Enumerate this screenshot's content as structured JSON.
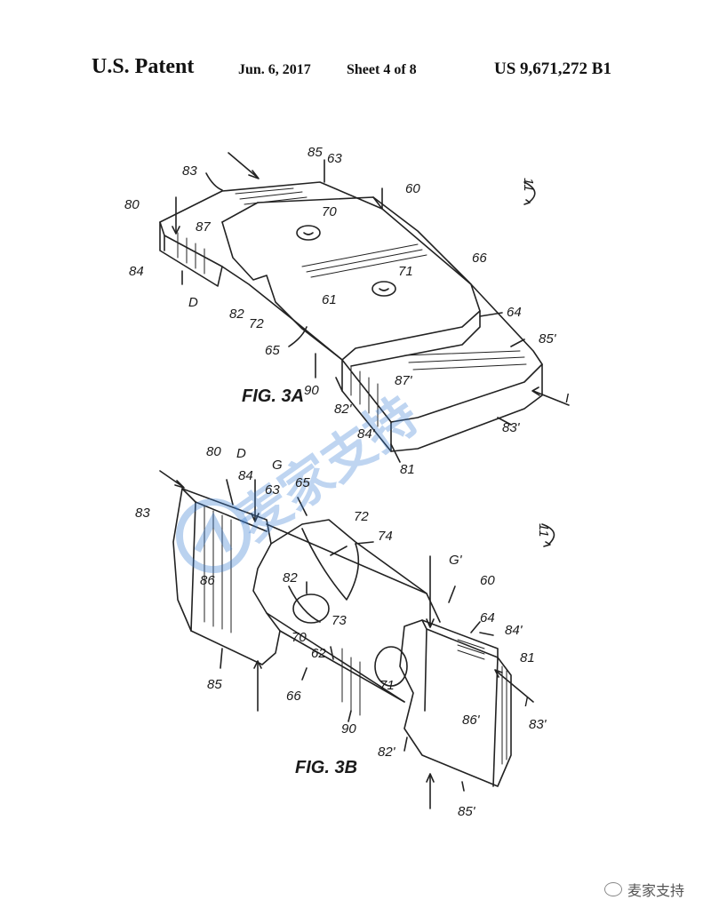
{
  "header": {
    "title": "U.S. Patent",
    "date": "Jun. 6, 2017",
    "sheet": "Sheet 4 of 8",
    "patent_number": "US 9,671,272 B1"
  },
  "figures": {
    "fig3a": {
      "caption": "FIG. 3A",
      "labels": {
        "l80": "80",
        "l83": "83",
        "l85": "85",
        "l63": "63",
        "l60": "60",
        "l11": "11",
        "l87": "87",
        "l70": "70",
        "l84": "84",
        "l66": "66",
        "l71": "71",
        "lD": "D",
        "l61": "61",
        "l82": "82",
        "l72": "72",
        "l64": "64",
        "l85p": "85'",
        "l65": "65",
        "l90": "90",
        "l87p": "87'",
        "l82p": "82'",
        "lI": "I",
        "l84p": "84'",
        "l83p": "83'",
        "l81": "81"
      }
    },
    "fig3b": {
      "caption": "FIG. 3B",
      "labels": {
        "l80": "80",
        "lD": "D",
        "l84": "84",
        "lG": "G",
        "l63": "63",
        "l65": "65",
        "l83": "83",
        "l72": "72",
        "l74": "74",
        "l11": "11",
        "l86": "86",
        "l82": "82",
        "lGp": "G'",
        "l60": "60",
        "l73": "73",
        "l64": "64",
        "l84p": "84'",
        "l70": "70",
        "l62": "62",
        "l81": "81",
        "l85": "85",
        "l66": "66",
        "l71": "71",
        "lI": "I",
        "l86p": "86'",
        "l83p": "83'",
        "l90": "90",
        "l82p": "82'",
        "l85p": "85'"
      }
    }
  },
  "watermark": {
    "text": "麦家支持",
    "color": "#3b7fd4"
  },
  "footer": {
    "text": "麦家支持",
    "icon": "wechat-icon"
  }
}
